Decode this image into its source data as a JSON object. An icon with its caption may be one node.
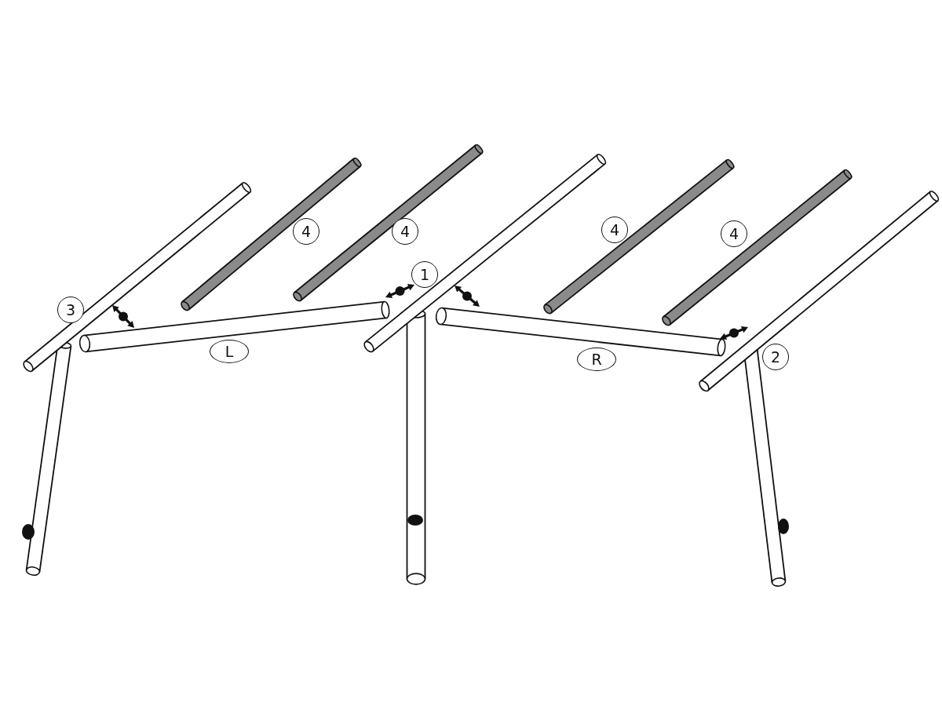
{
  "diagram": {
    "labels": [
      "4",
      "4",
      "4",
      "4",
      "1",
      "3",
      "L",
      "R",
      "2"
    ]
  }
}
